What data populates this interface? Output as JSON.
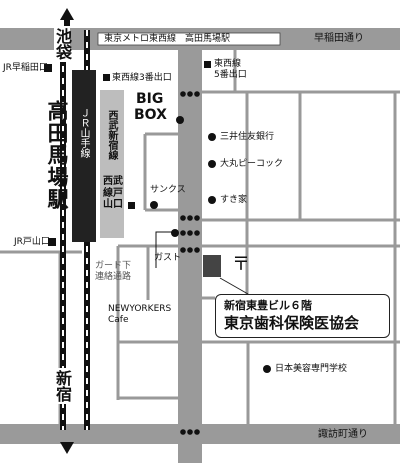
{
  "streets": {
    "waseda_dori": "早稲田通り",
    "suwacho_dori": "諏訪町通り",
    "tozai_line_banner": "東京メトロ東西線　高田馬場駅"
  },
  "directions": {
    "north": "池袋",
    "south": "新宿"
  },
  "stations": {
    "takadanobaba": "高田馬場駅",
    "jr_yamanote": "ＪＲ山手線",
    "seibu_shinjuku_line": "西武新宿線",
    "seibu_toyamaguchi": "西武線戸山口",
    "jr_wasedaguchi": "JR早稲田口",
    "jr_toyamaguchi": "JR戸山口"
  },
  "exits": {
    "tozai_exit3": "東西線3番出口",
    "tozai_exit5_line1": "東西線",
    "tozai_exit5_line2": "5番出口"
  },
  "landmarks": {
    "bigbox_line1": "BIG",
    "bigbox_line2": "BOX",
    "mitsui_sumitomo": "三井住友銀行",
    "daimaru_peacock": "大丸ピーコック",
    "sukiya": "すき家",
    "sunkus": "サンクス",
    "gusto": "ガスト",
    "newyorkers_line1": "NEWYORKERS",
    "newyorkers_line2": "Cafe",
    "nihon_biyo": "日本美容専門学校",
    "guard_line1": "ガード下",
    "guard_line2": "連絡通路",
    "post_office_symbol": "〒"
  },
  "destination": {
    "building": "新宿東豊ビル６階",
    "name": "東京歯科保険医協会"
  }
}
